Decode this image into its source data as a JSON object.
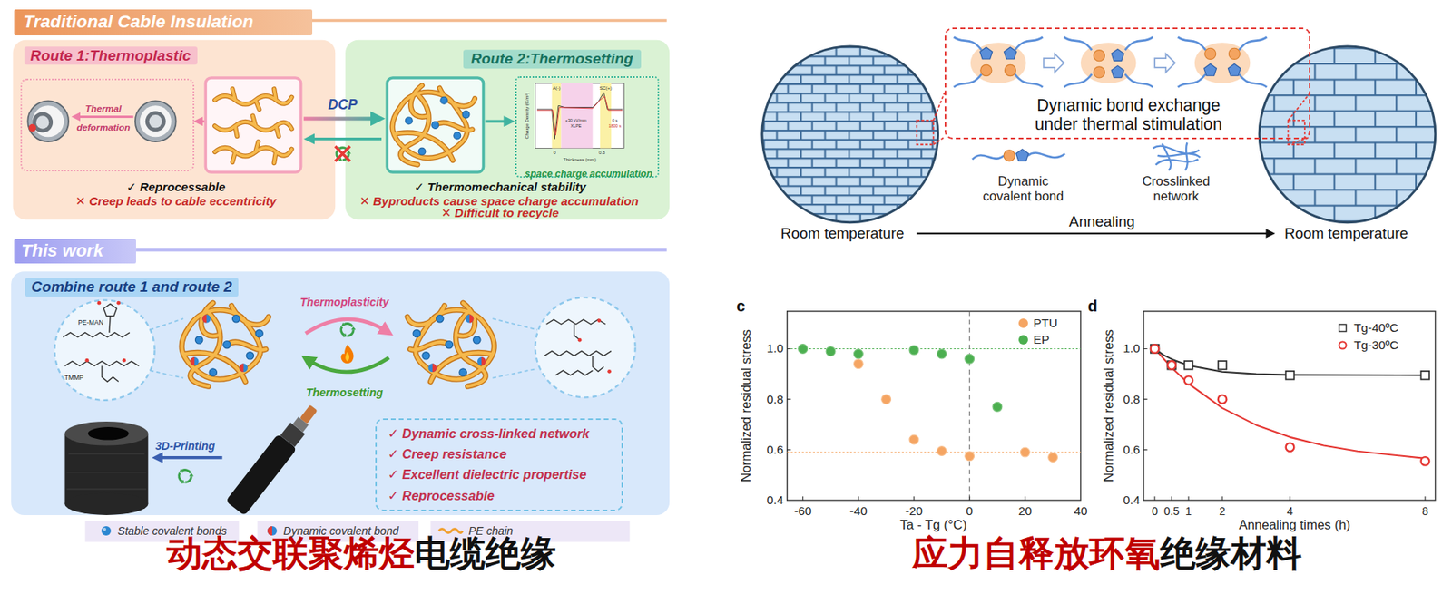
{
  "diagram": {
    "nodes": [
      {
        "text": [
          "Traditional Cable Insulation"
        ]
      },
      {
        "text": [
          "Route 1:Thermoplastic",
          "✓ Reprocessable",
          "✕ Creep leads to cable eccentricity"
        ]
      },
      {
        "text": [
          "Thermal deformation"
        ],
        "in": 1
      },
      {
        "text": [
          "Route 2:Thermosetting",
          "✓ Thermomechanical stability",
          "✕ Byproducts cause space charge accumulation",
          "✕ Difficult to recycle"
        ]
      },
      {
        "text": [
          "space charge accumulation"
        ],
        "in": 3
      },
      {
        "text": [
          "This work"
        ]
      },
      {
        "text": [
          "Combine route 1 and route 2"
        ]
      },
      {
        "text": [
          "✓ Dynamic cross-linked network",
          "✓ Creep resistance",
          "✓ Excellent dielectric propertise",
          "✓ Reprocessable"
        ],
        "in": 6
      },
      {
        "text": [
          "Dynamic bond exchange under thermal stimulation"
        ]
      }
    ],
    "labels": [
      "DCP",
      "Charge Density (C/m³)",
      "Thickness (mm)",
      "A(-)",
      "SC(+)",
      "+30 kV/mm",
      "XLPE",
      "0 s",
      "1800 s",
      "0",
      "0.3",
      "PE-MAN",
      "TMMP",
      "Thermoplasticity",
      "Thermosetting",
      "3D-Printing",
      "动态交联聚烯烃",
      "电缆绝缘",
      "Dynamic covalent bond",
      "Crosslinked network",
      "Annealing",
      "Room temperature",
      "Room temperature",
      "c",
      "Normalized residual stress",
      "1.0",
      "0.8",
      "0.6",
      "0.4",
      "-60",
      "-40",
      "-20",
      "0",
      "20",
      "40",
      "Ta - Tg (°C)",
      "d",
      "Normalized residual stress",
      "1.0",
      "0.8",
      "0.6",
      "0.4",
      "0",
      "0.5",
      "1",
      "2",
      "4",
      "8",
      "Annealing times (h)",
      "应力自释放环氧",
      "绝缘材料"
    ],
    "legend": [
      {
        "text": "Stable covalent bonds",
        "color": "#2b87d1"
      },
      {
        "text": "Dynamic covalent bond"
      },
      {
        "text": "PE chain"
      },
      {
        "text": "PTU",
        "color": "#f5a563"
      },
      {
        "text": "EP",
        "color": "#4caf50"
      },
      {
        "text": "Tg-40ºC"
      },
      {
        "text": "Tg-30ºC"
      }
    ]
  }
}
